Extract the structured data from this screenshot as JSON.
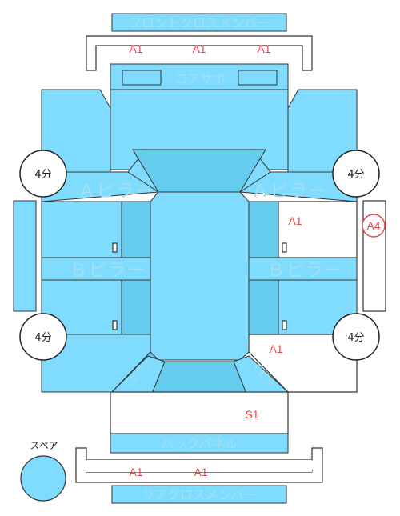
{
  "colors": {
    "panel": "#7fdcff",
    "panel_dark": "#66ccee",
    "label_text": "#a6dff0",
    "damage_mark": "#e8454a",
    "outline": "#333333"
  },
  "labels": {
    "front_cross_member": "フロントクロスメンバー",
    "core_support": "コアサポ",
    "a_pillar_left": "Ａピラー",
    "a_pillar_right": "Ａピラー",
    "b_pillar_left": "Ｂピラー",
    "b_pillar_right": "Ｂピラー",
    "back_panel": "バックパネル",
    "rear_cross_member": "リアクロスメンバー",
    "c_pillar_left": "Cピラ",
    "c_pillar_right": "Cピラ",
    "spare": "スペア"
  },
  "wheels": {
    "front_left": "4分",
    "front_right": "4分",
    "rear_left": "4分",
    "rear_right": "4分"
  },
  "marks": {
    "front_cross_1": "A1",
    "front_cross_2": "A1",
    "front_cross_3": "A1",
    "right_front_door": "A1",
    "right_rear_quarter": "A1",
    "right_side_sill": "A4",
    "trunk": "S1",
    "rear_cross_1": "A1",
    "rear_cross_2": "A1"
  }
}
